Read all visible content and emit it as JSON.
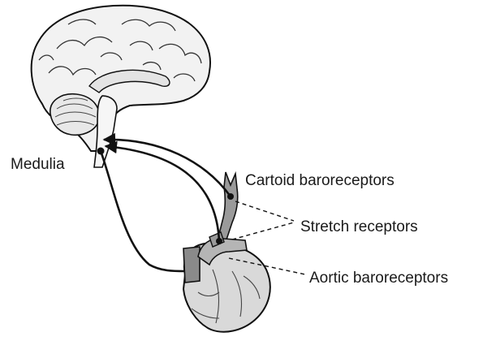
{
  "labels": {
    "medulla": "Medulia",
    "carotid": "Cartoid baroreceptors",
    "stretch": "Stretch receptors",
    "aortic": "Aortic baroreceptors"
  },
  "colors": {
    "ink": "#111111",
    "organ_fill": "#f2f2f2",
    "vessel_fill": "#9a9a9a",
    "heart_fill": "#d9d9d9"
  }
}
